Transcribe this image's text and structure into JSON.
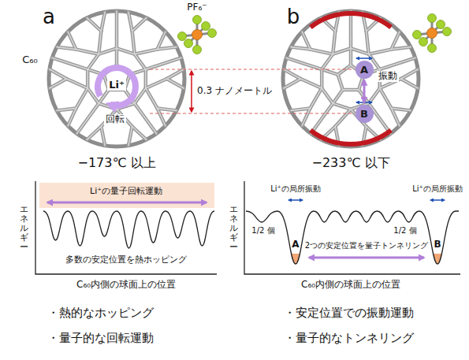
{
  "diagram": {
    "nodes": [
      {
        "text": [
          "A"
        ]
      },
      {
        "text": [
          "B"
        ]
      }
    ],
    "edges": [
      {
        "from": 0,
        "to": 1,
        "arrow": "both"
      }
    ],
    "labels": [
      "a",
      "b",
      "PF₆⁻",
      "C₆₀",
      "Li⁺",
      "回転",
      "0.3 ナノメートル",
      "振動",
      "−173℃ 以上",
      "−233℃ 以下",
      "エネルギー",
      "Li⁺の量子回転運動",
      "多数の安定位置を熱ホッピング",
      "C₆₀内側の球面上の位置",
      "エネルギー",
      "Li⁺の局所振動",
      "Li⁺の局所振動",
      "A",
      "B",
      "1/2 個",
      "1/2 個",
      "2つの安定位置を量子トンネリング",
      "C₆₀内側の球面上の位置",
      "・熱的なホッピング",
      "・量子的な回転運動",
      "・安定位置での振動運動",
      "・量子的なトンネリング"
    ]
  }
}
